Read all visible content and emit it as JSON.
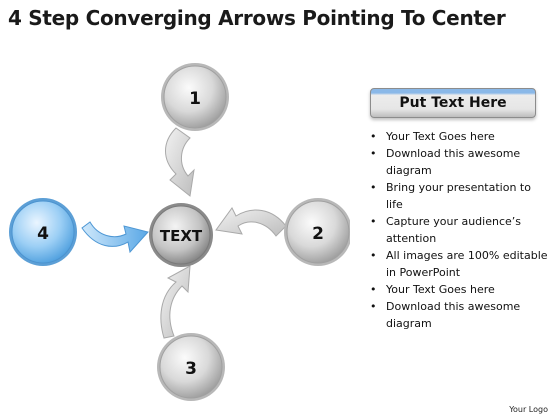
{
  "title": "4 Step Converging Arrows Pointing To Center",
  "center_label": "TEXT",
  "nodes": [
    {
      "label": "1",
      "position": "top",
      "color": "gray"
    },
    {
      "label": "2",
      "position": "right",
      "color": "gray"
    },
    {
      "label": "3",
      "position": "bottom",
      "color": "gray"
    },
    {
      "label": "4",
      "position": "left",
      "color": "blue"
    }
  ],
  "panel": {
    "header": "Put Text Here",
    "bullets": [
      "Your Text Goes here",
      "Download this awesome diagram",
      "Bring your presentation to life",
      "Capture your audience’s attention",
      "All images are 100% editable in PowerPoint",
      "Your Text Goes here",
      "Download this awesome diagram"
    ]
  },
  "footer": {
    "logo": "Your Logo"
  },
  "colors": {
    "accent_blue": "#6fb6ec",
    "node_gray": "#c8c8c8",
    "arrow_gray": "#d6d6d6",
    "arrow_blue": "#6fb3ea"
  }
}
